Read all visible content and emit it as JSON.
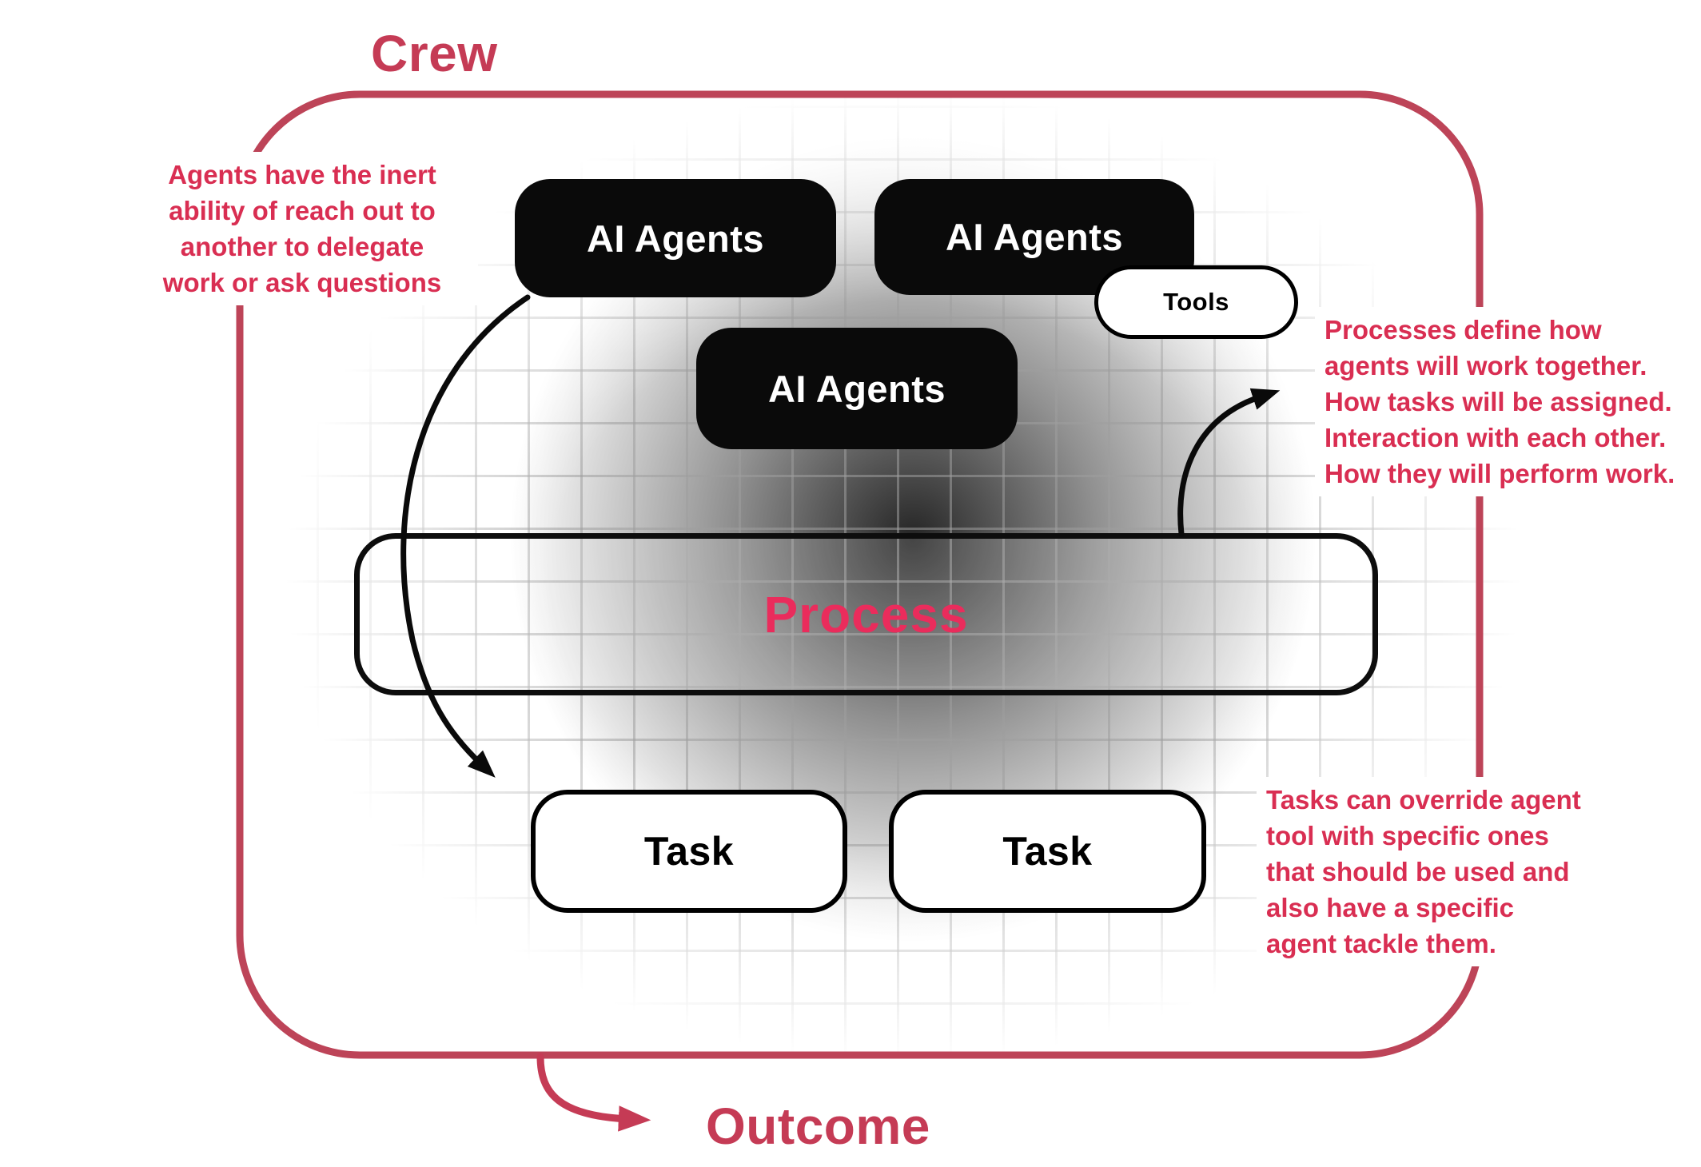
{
  "colors": {
    "boundary_red": "#bd4458",
    "heading_red": "#c53b55",
    "annotation_red": "#d92e52",
    "process_pink": "#ea2c5c",
    "box_black": "#0a0a0a"
  },
  "headings": {
    "crew": "Crew",
    "outcome": "Outcome"
  },
  "nodes": {
    "agents1": "AI Agents",
    "agents2": "AI Agents",
    "agents3": "AI Agents",
    "tools": "Tools",
    "process": "Process",
    "task1": "Task",
    "task2": "Task"
  },
  "annotations": {
    "left": "Agents have the inert\nability of reach out to\nanother to delegate\nwork or ask questions",
    "right_top": "Processes define how\nagents will work together.\nHow tasks will be assigned.\nInteraction with each other.\nHow they will perform work.",
    "right_bottom": "Tasks can override agent\ntool with specific ones\nthat should be used and\nalso have a specific\nagent tackle them."
  }
}
